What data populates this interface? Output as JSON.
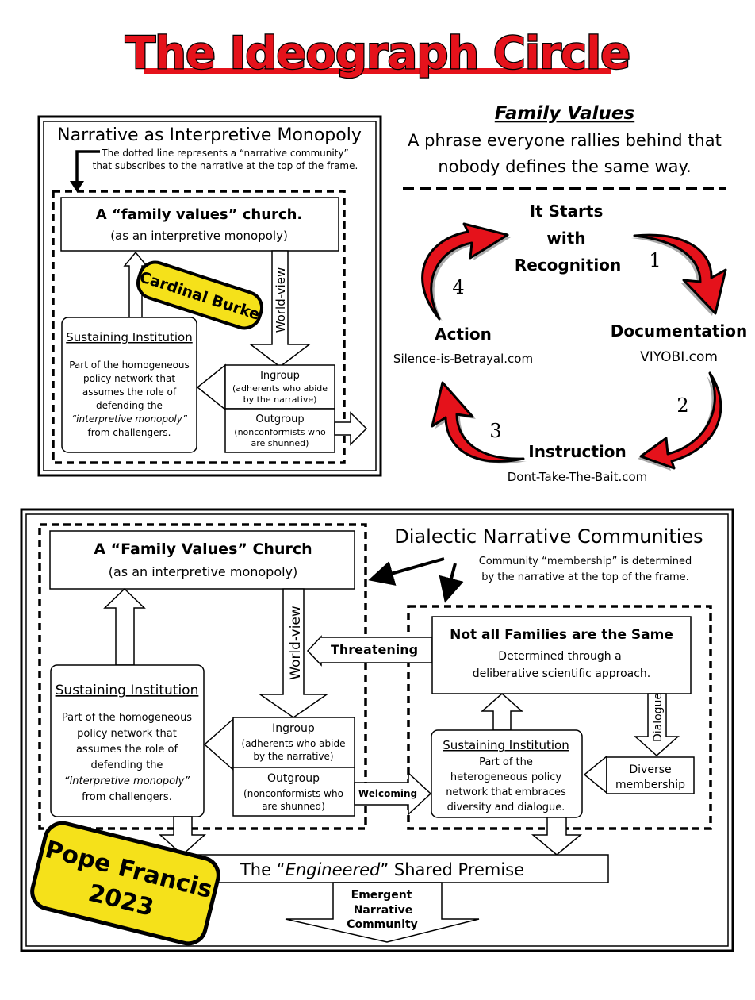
{
  "title": "The Ideograph Circle",
  "top_panel": {
    "title": "Narrative as Interpretive Monopoly",
    "note_line1": "The dotted line represents a “narrative community”",
    "note_line2": "that subscribes to the narrative at the top of the frame.",
    "church_title": "A “family values” church.",
    "church_subtitle": "(as an interpretive monopoly)",
    "worldview": "World-view",
    "badge": "Cardinal Burke",
    "sustaining_title": "Sustaining Institution",
    "sustaining_lines": [
      "Part of the homogeneous",
      "policy network that",
      "assumes the role of",
      "defending the",
      "“interpretive monopoly”",
      "from challengers."
    ],
    "ingroup_title": "Ingroup",
    "ingroup_lines": [
      "(adherents who abide",
      "by the narrative)"
    ],
    "outgroup_title": "Outgroup",
    "outgroup_lines": [
      "(nonconformists who",
      "are shunned)"
    ]
  },
  "family_values": {
    "heading": "Family Values",
    "line1": "A phrase everyone rallies behind that",
    "line2": "nobody defines the same way."
  },
  "cycle": {
    "center_lines": [
      "It Starts",
      "with",
      "Recognition"
    ],
    "steps": [
      {
        "number": "1",
        "label": "Documentation",
        "site": "VIYOBI.com"
      },
      {
        "number": "2",
        "label": "Instruction",
        "site": "Dont-Take-The-Bait.com"
      },
      {
        "number": "3",
        "label": "",
        "site": ""
      },
      {
        "number": "4",
        "label": "Action",
        "site": "Silence-is-Betrayal.com"
      }
    ]
  },
  "bottom_panel": {
    "title": "Dialectic Narrative Communities",
    "note_line1": "Community “membership” is determined",
    "note_line2": "by the narrative at the top of the frame.",
    "church_title": "A “Family Values” Church",
    "church_subtitle": "(as an interpretive monopoly)",
    "worldview": "World-view",
    "threatening": "Threatening",
    "welcoming": "Welcoming",
    "sustaining_title": "Sustaining Institution",
    "sustaining_lines": [
      "Part of the homogeneous",
      "policy network that",
      "assumes the role of",
      "defending the",
      "“interpretive monopoly”",
      "from challengers."
    ],
    "ingroup_title": "Ingroup",
    "ingroup_lines": [
      "(adherents who abide",
      "by the narrative)"
    ],
    "outgroup_title": "Outgroup",
    "outgroup_lines": [
      "(nonconformists who",
      "are shunned)"
    ],
    "notall_title": "Not all Families are the Same",
    "notall_line1": "Determined through a",
    "notall_line2": "deliberative scientific approach.",
    "dialogue": "Dialogue",
    "sustaining2_title": "Sustaining Institution",
    "sustaining2_lines": [
      "Part of the",
      "heterogeneous policy",
      "network that embraces",
      "diversity and dialogue."
    ],
    "diverse_lines": [
      "Diverse",
      "membership"
    ],
    "premise_pre": "The “",
    "premise_em": "Engineered",
    "premise_post": "” Shared Premise",
    "emergent_lines": [
      "Emergent",
      "Narrative",
      "Community"
    ],
    "badge_lines": [
      "Pope Francis",
      "2023"
    ]
  },
  "colors": {
    "accent_red": "#e5121b",
    "badge_yellow": "#f5e11a",
    "ink": "#000000"
  }
}
